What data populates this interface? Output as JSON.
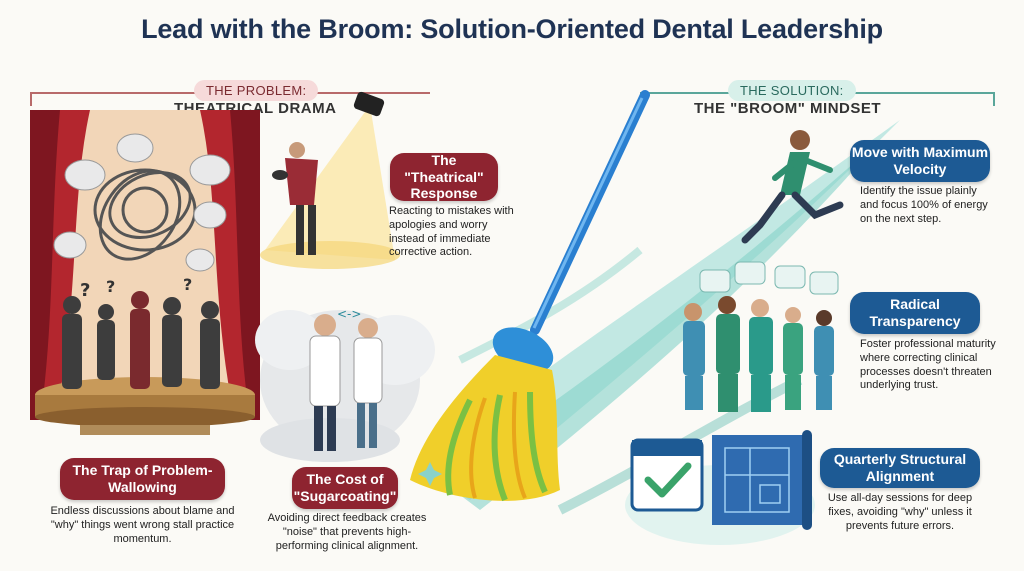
{
  "title": "Lead with the Broom: Solution-Oriented Dental Leadership",
  "problem": {
    "tag": "THE PROBLEM:",
    "heading": "THEATRICAL DRAMA",
    "cards": [
      {
        "title": "The \"Theatrical\" Response",
        "text": "Reacting to mistakes with apologies and worry instead of immediate corrective action."
      },
      {
        "title": "The Trap of Problem-Wallowing",
        "text": "Endless discussions about blame and \"why\" things went wrong stall practice momentum."
      },
      {
        "title": "The Cost of \"Sugarcoating\"",
        "text": "Avoiding direct feedback creates \"noise\" that prevents high-performing clinical alignment."
      }
    ]
  },
  "solution": {
    "tag": "THE SOLUTION:",
    "heading": "THE \"BROOM\" MINDSET",
    "cards": [
      {
        "title": "Move with Maximum Velocity",
        "text": "Identify the issue plainly and focus 100% of energy on the next step."
      },
      {
        "title": "Radical Transparency",
        "text": "Foster professional maturity where correcting clinical processes doesn't threaten underlying trust."
      },
      {
        "title": "Quarterly Structural Alignment",
        "text": "Use all-day sessions for deep fixes, avoiding \"why\" unless it prevents future errors."
      }
    ]
  },
  "colors": {
    "problem": "#8e2430",
    "solution": "#1d5a94",
    "title": "#1f3354"
  }
}
